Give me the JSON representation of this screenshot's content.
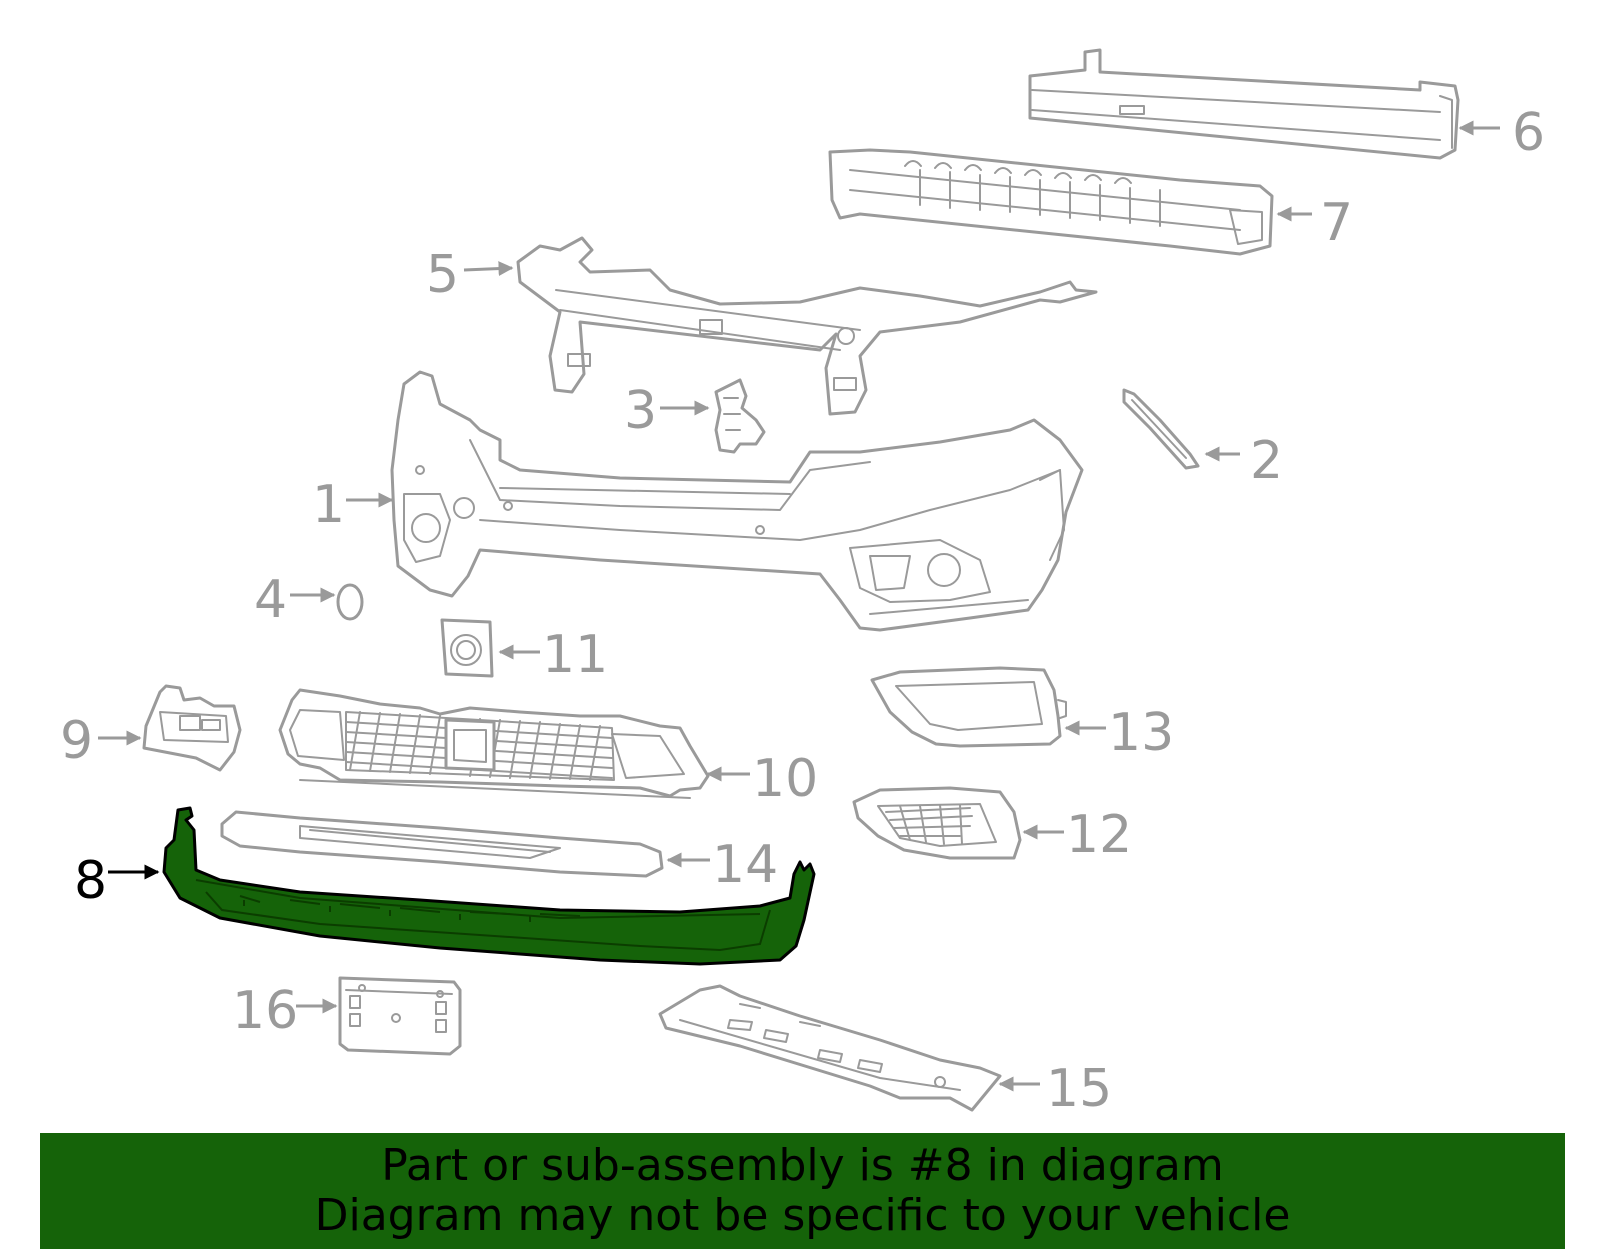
{
  "colors": {
    "highlight": "#156309",
    "part_outline": "#9a9a9a",
    "banner_bg": "#156309",
    "banner_text": "#000000"
  },
  "highlighted_part": "8",
  "callouts": {
    "c1": "1",
    "c2": "2",
    "c3": "3",
    "c4": "4",
    "c5": "5",
    "c6": "6",
    "c7": "7",
    "c8": "8",
    "c9": "9",
    "c10": "10",
    "c11": "11",
    "c12": "12",
    "c13": "13",
    "c14": "14",
    "c15": "15",
    "c16": "16"
  },
  "banner": {
    "line1": "Part or sub-assembly is #8 in diagram",
    "line2": "Diagram may not be specific to your vehicle"
  }
}
